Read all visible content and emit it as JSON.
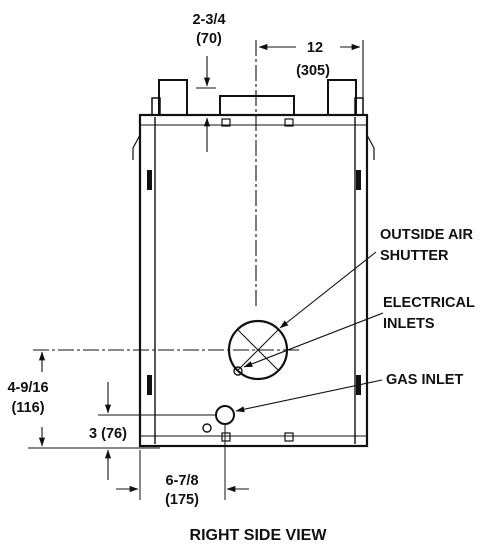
{
  "diagram": {
    "title": "RIGHT SIDE VIEW",
    "dimensions": {
      "top_clearance": {
        "inches": "2-3/4",
        "mm": "(70)"
      },
      "centerline_offset": {
        "inches": "12",
        "mm": "(305)"
      },
      "shutter_height": {
        "inches": "4-9/16",
        "mm": "(116)"
      },
      "gas_inlet_height": {
        "text": "3 (76)"
      },
      "gas_inlet_offset": {
        "inches": "6-7/8",
        "mm": "(175)"
      }
    },
    "callouts": {
      "outside_air_shutter": [
        "OUTSIDE AIR",
        "SHUTTER"
      ],
      "electrical_inlets": [
        "ELECTRICAL",
        "INLETS"
      ],
      "gas_inlet": "GAS INLET"
    }
  }
}
